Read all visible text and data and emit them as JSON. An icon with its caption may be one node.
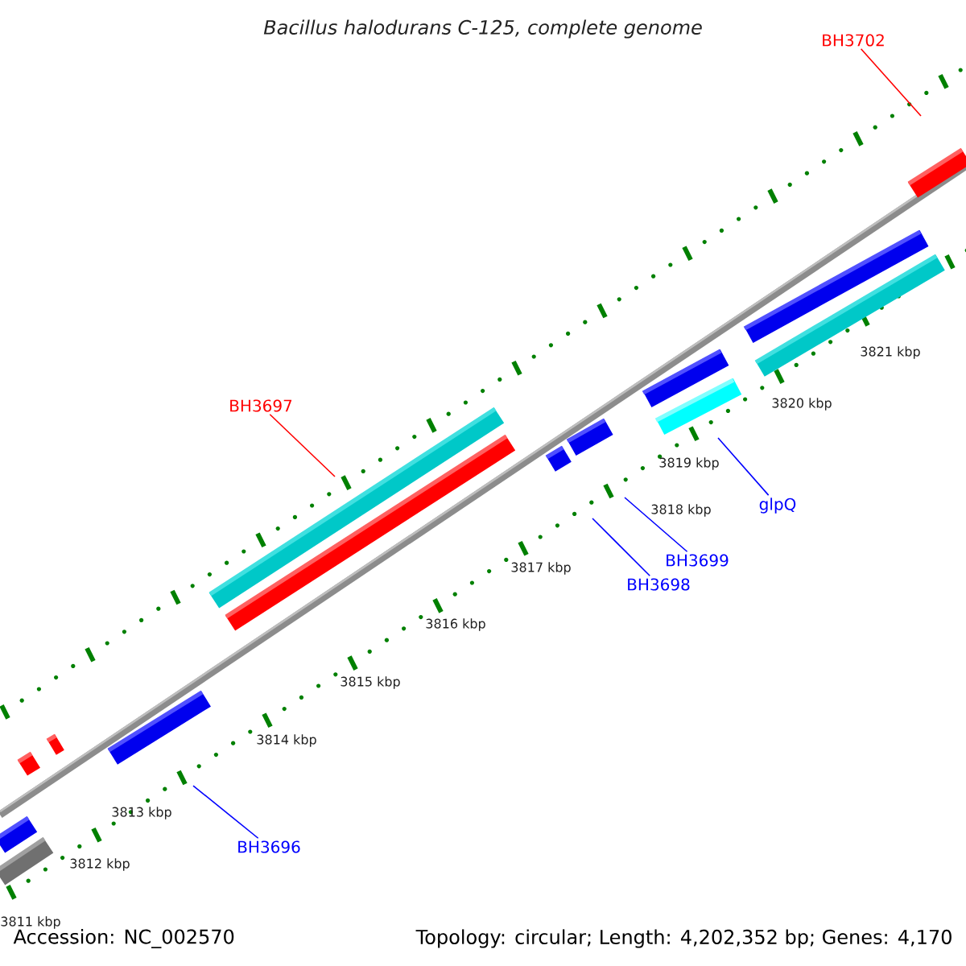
{
  "diagram": {
    "title": "Bacillus halodurans C-125, complete genome",
    "nodes": [
      {
        "text": [
          "BH3702"
        ]
      },
      {
        "text": [
          "BH3697"
        ]
      },
      {
        "text": [
          "glpQ"
        ]
      },
      {
        "text": [
          "BH3699"
        ]
      },
      {
        "text": [
          "BH3698"
        ]
      },
      {
        "text": [
          "BH3696"
        ]
      }
    ],
    "edges": [
      {
        "from": 0,
        "to": null,
        "arrow": "none",
        "color": "#ff0000"
      },
      {
        "from": 1,
        "to": null,
        "arrow": "none",
        "color": "#ff0000"
      },
      {
        "from": 2,
        "to": null,
        "arrow": "none"
      },
      {
        "from": 3,
        "to": null,
        "arrow": "none"
      },
      {
        "from": 4,
        "to": null,
        "arrow": "none"
      },
      {
        "from": 5,
        "to": null,
        "arrow": "none"
      }
    ],
    "labels": [
      "3821 kbp",
      "3820 kbp",
      "3819 kbp",
      "3818 kbp",
      "3817 kbp",
      "3816 kbp",
      "3815 kbp",
      "3814 kbp",
      "3813 kbp",
      "3812 kbp",
      "3811 kbp",
      "Accession: NC_002570",
      "Topology: circular; Length: 4,202,352 bp; Genes: 4,170"
    ]
  }
}
